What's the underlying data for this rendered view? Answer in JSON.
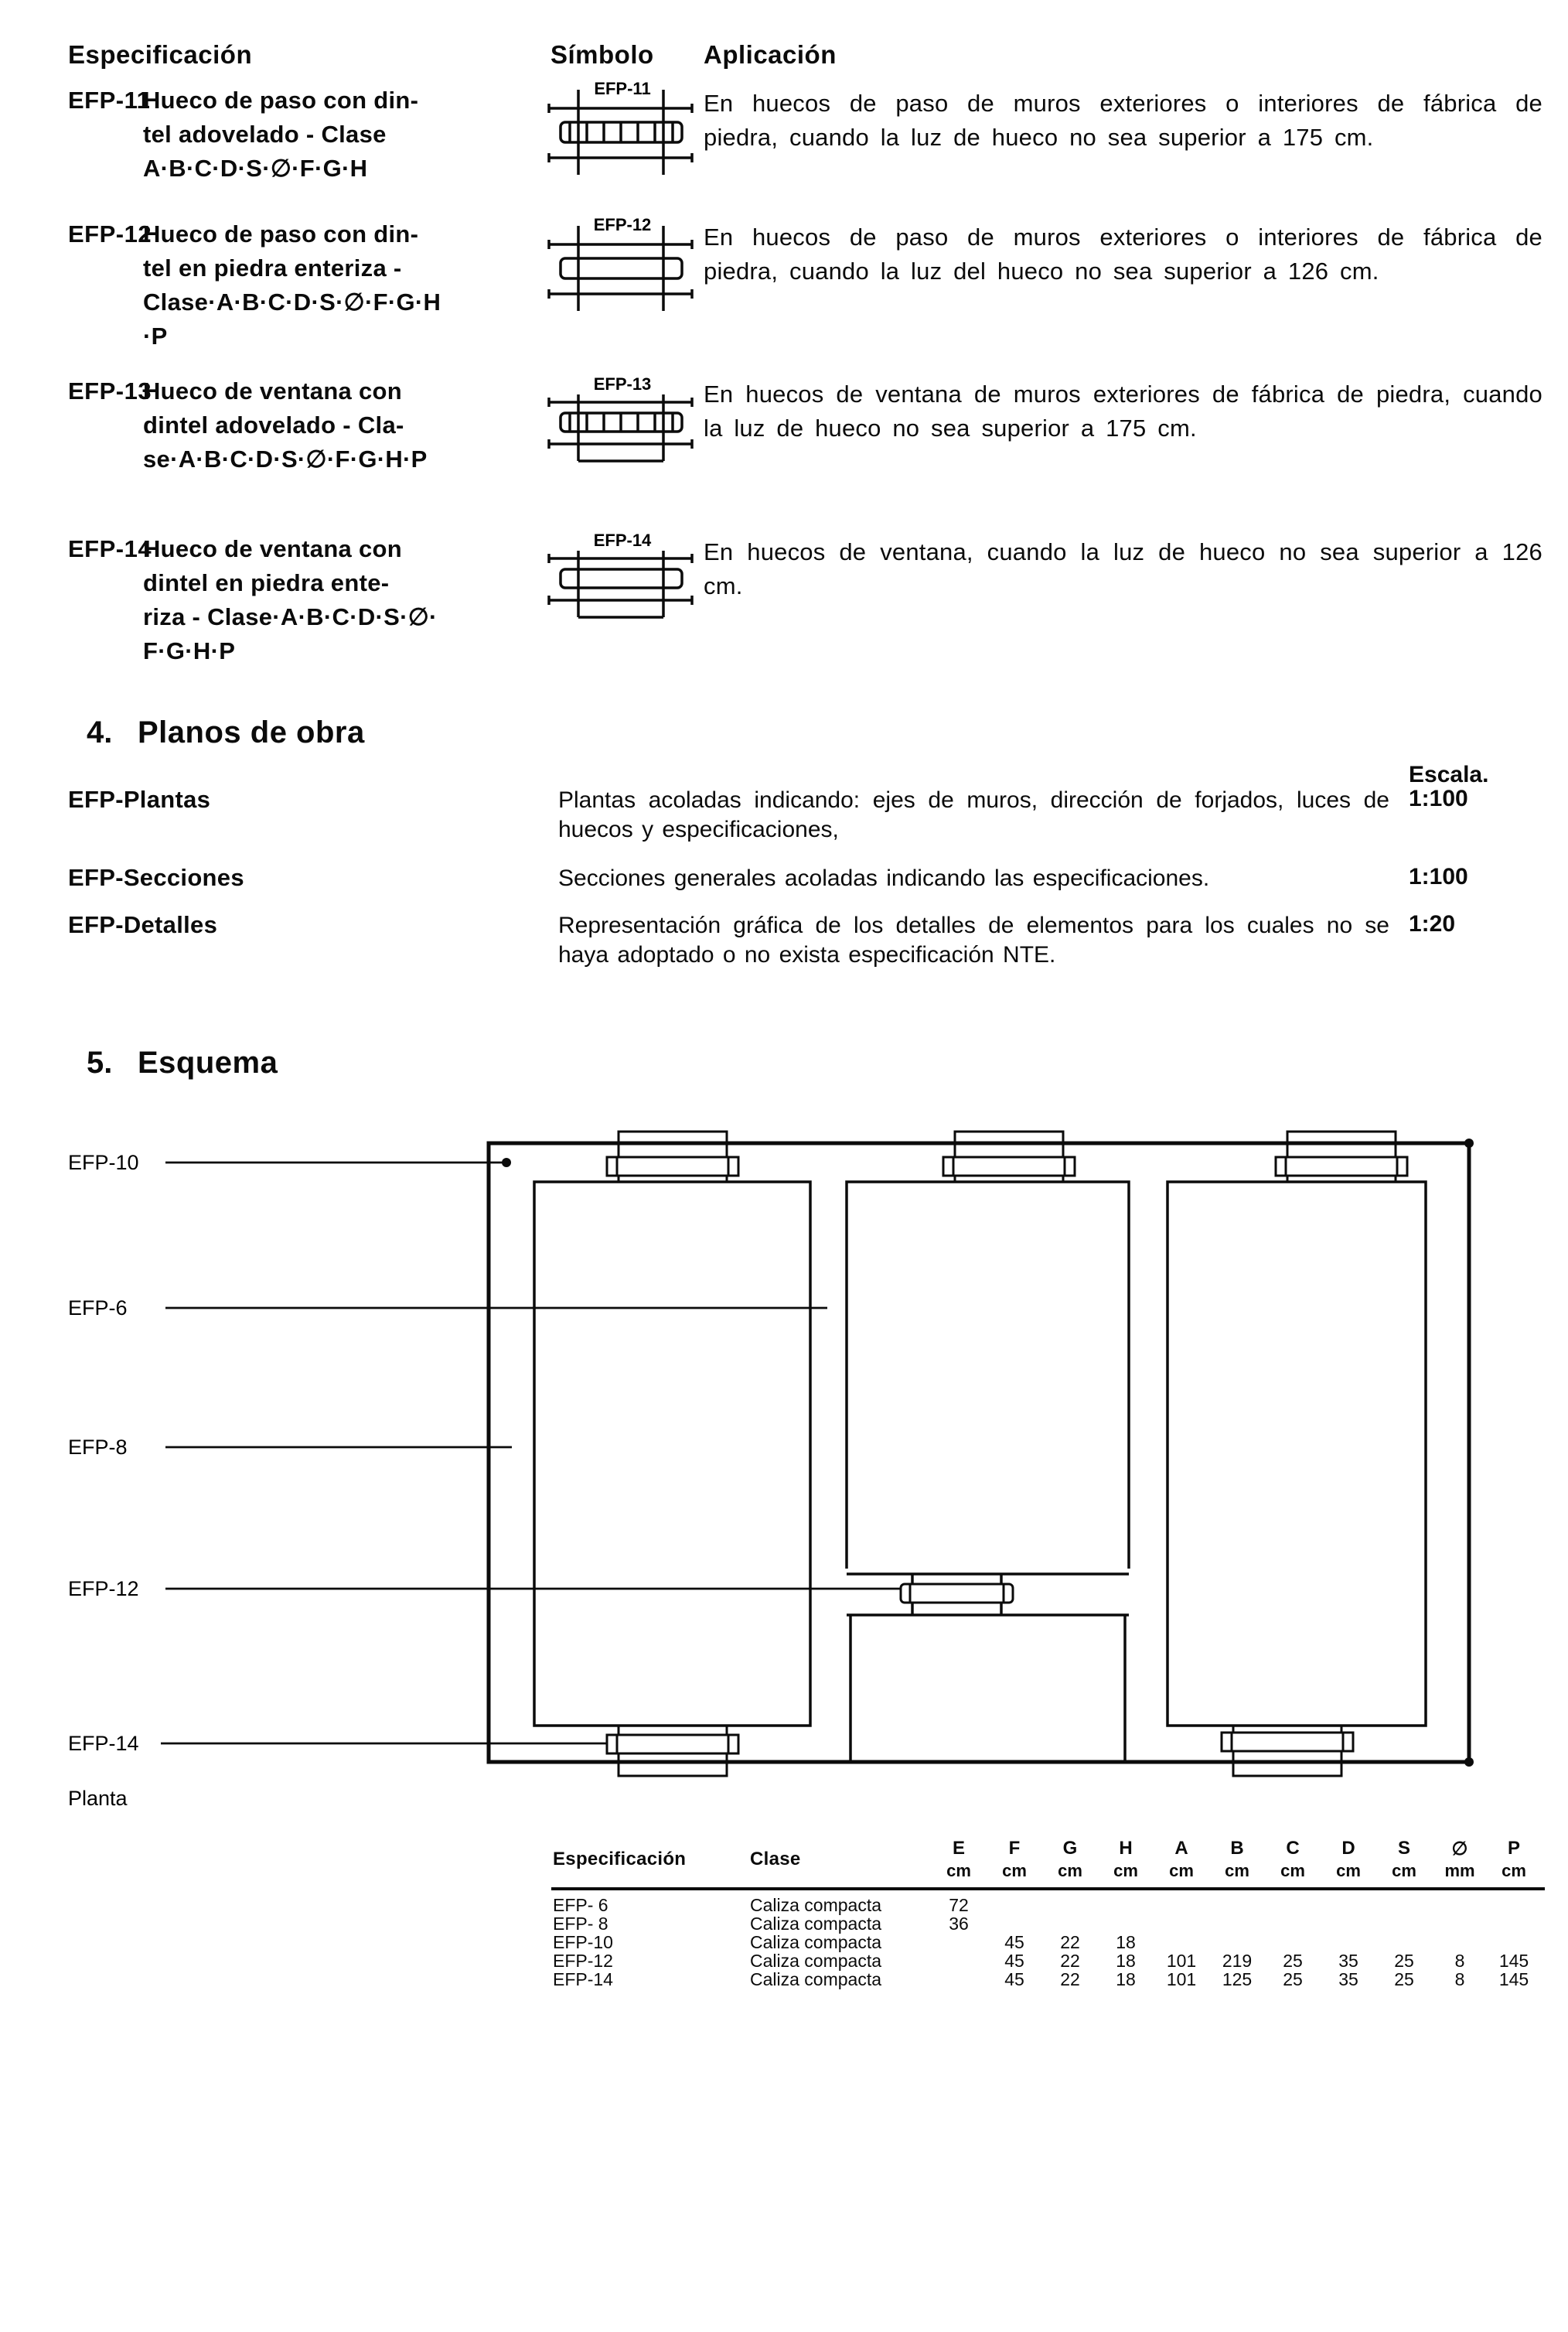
{
  "spec_table": {
    "header": {
      "especificacion": "Especificación",
      "simbolo": "Símbolo",
      "aplicacion": "Aplicación"
    },
    "rows": [
      {
        "id": "EFP-11",
        "desc1": "Hueco de paso con din-",
        "desc2": "tel adovelado - Clase",
        "desc3": "A·B·C·D·S·∅·F·G·H",
        "desc4": "",
        "symbol": "EFP-11",
        "application": "En huecos de paso de muros exteriores o interiores de fábrica de piedra, cuando la luz de hueco no sea superior a 175 cm."
      },
      {
        "id": "EFP-12",
        "desc1": "Hueco de paso con din-",
        "desc2": "tel en piedra enteriza -",
        "desc3": "Clase·A·B·C·D·S·∅·F·G·H",
        "desc4": "·P",
        "symbol": "EFP-12",
        "application": "En huecos de paso de muros exteriores o interiores de fábrica de piedra, cuando la luz del hueco no sea superior a 126 cm."
      },
      {
        "id": "EFP-13",
        "desc1": "Hueco de ventana con",
        "desc2": "dintel adovelado - Cla-",
        "desc3": "se·A·B·C·D·S·∅·F·G·H·P",
        "desc4": "",
        "symbol": "EFP-13",
        "application": "En huecos de ventana de muros exteriores de fábrica de piedra, cuando la luz de hueco no sea superior a 175 cm."
      },
      {
        "id": "EFP-14",
        "desc1": "Hueco de ventana con",
        "desc2": "dintel en piedra ente-",
        "desc3": "riza - Clase·A·B·C·D·S·∅·",
        "desc4": "F·G·H·P",
        "symbol": "EFP-14",
        "application": "En huecos de ventana, cuando la luz de hueco no sea superior a 126 cm."
      }
    ]
  },
  "section4": {
    "num": "4.",
    "title": "Planos de obra",
    "escala_header": "Escala.",
    "rows": [
      {
        "label": "EFP-Plantas",
        "text": "Plantas acoladas indicando: ejes de muros, dirección de forjados, luces de huecos y especificaciones,",
        "escala": "1:100"
      },
      {
        "label": "EFP-Secciones",
        "text": "Secciones generales acoladas indicando las especificaciones.",
        "escala": "1:100"
      },
      {
        "label": "EFP-Detalles",
        "text": "Representación gráfica de los detalles de elementos para los cuales no se haya adoptado o no exista especificación NTE.",
        "escala": "1:20"
      }
    ]
  },
  "section5": {
    "num": "5.",
    "title": "Esquema",
    "caption": "Planta",
    "leaders": {
      "l10": "EFP-10",
      "l6": "EFP-6",
      "l8": "EFP-8",
      "l12": "EFP-12",
      "l14": "EFP-14"
    }
  },
  "dim_table": {
    "especificacion": "Especificación",
    "clase": "Clase",
    "cols": [
      {
        "l": "E",
        "u": "cm"
      },
      {
        "l": "F",
        "u": "cm"
      },
      {
        "l": "G",
        "u": "cm"
      },
      {
        "l": "H",
        "u": "cm"
      },
      {
        "l": "A",
        "u": "cm"
      },
      {
        "l": "B",
        "u": "cm"
      },
      {
        "l": "C",
        "u": "cm"
      },
      {
        "l": "D",
        "u": "cm"
      },
      {
        "l": "S",
        "u": "cm"
      },
      {
        "l": "∅",
        "u": "mm"
      },
      {
        "l": "P",
        "u": "cm"
      }
    ],
    "rows": [
      {
        "id": "EFP- 6",
        "clase": "Caliza compacta",
        "e": "72",
        "f": "",
        "g": "",
        "h": "",
        "a": "",
        "b": "",
        "c": "",
        "d": "",
        "s": "",
        "o": "",
        "p": ""
      },
      {
        "id": "EFP- 8",
        "clase": "Caliza compacta",
        "e": "36",
        "f": "",
        "g": "",
        "h": "",
        "a": "",
        "b": "",
        "c": "",
        "d": "",
        "s": "",
        "o": "",
        "p": ""
      },
      {
        "id": "EFP-10",
        "clase": "Caliza compacta",
        "e": "",
        "f": "45",
        "g": "22",
        "h": "18",
        "a": "",
        "b": "",
        "c": "",
        "d": "",
        "s": "",
        "o": "",
        "p": ""
      },
      {
        "id": "EFP-12",
        "clase": "Caliza compacta",
        "e": "",
        "f": "45",
        "g": "22",
        "h": "18",
        "a": "101",
        "b": "219",
        "c": "25",
        "d": "35",
        "s": "25",
        "o": "8",
        "p": "145"
      },
      {
        "id": "EFP-14",
        "clase": "Caliza compacta",
        "e": "",
        "f": "45",
        "g": "22",
        "h": "18",
        "a": "101",
        "b": "125",
        "c": "25",
        "d": "35",
        "s": "25",
        "o": "8",
        "p": "145"
      }
    ]
  }
}
